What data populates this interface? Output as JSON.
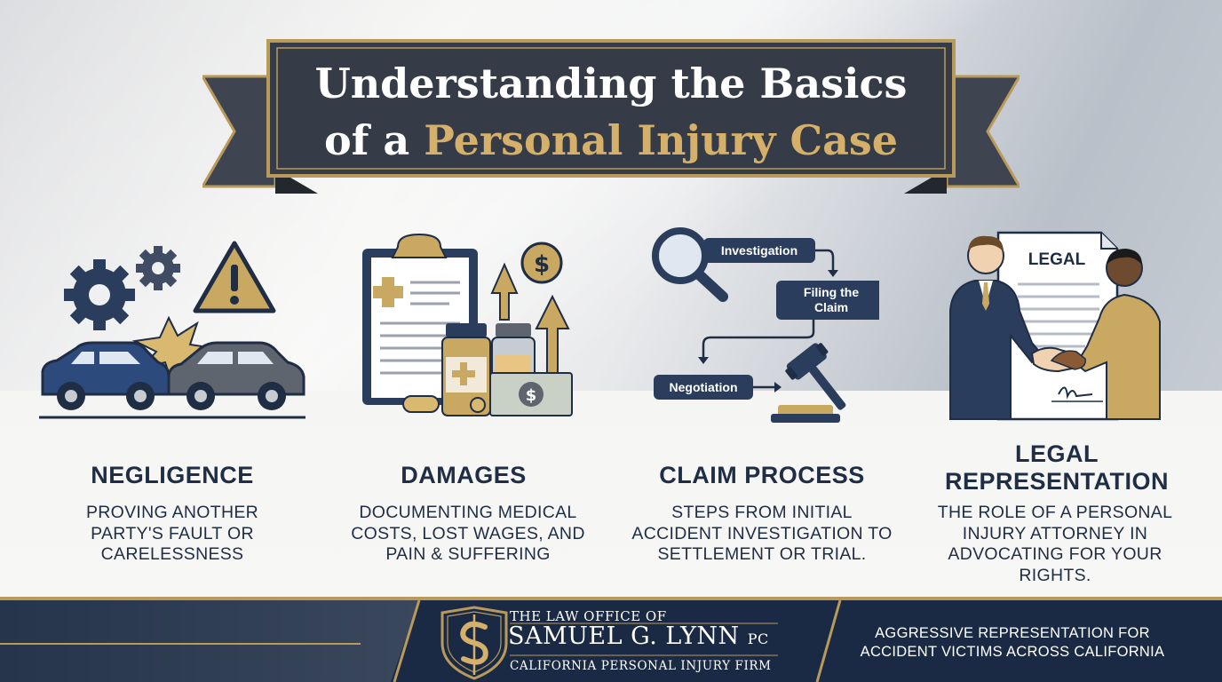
{
  "banner": {
    "line1": "Understanding the Basics",
    "line2_plain": "of a",
    "line2_accent": "Personal Injury Case"
  },
  "colors": {
    "navy": "#1f2d45",
    "gold": "#b99a5b",
    "gold_light": "#d4b06a",
    "banner_bg": "#363c47"
  },
  "columns": [
    {
      "icon": "car-accident-icon",
      "title": "NEGLIGENCE",
      "description": "PROVING ANOTHER PARTY'S FAULT OR CARELESSNESS"
    },
    {
      "icon": "medical-costs-icon",
      "title": "DAMAGES",
      "description": "DOCUMENTING MEDICAL COSTS, LOST WAGES, AND PAIN & SUFFERING"
    },
    {
      "icon": "claim-flow-icon",
      "title": "CLAIM PROCESS",
      "description": "STEPS FROM INITIAL ACCIDENT INVESTIGATION TO SETTLEMENT OR TRIAL.",
      "steps": [
        "Investigation",
        "Filing the",
        "Claim",
        "Negotiation"
      ]
    },
    {
      "icon": "handshake-icon",
      "title_line1": "LEGAL",
      "title_line2": "REPRESENTATION",
      "description": "THE ROLE OF A PERSONAL INJURY ATTORNEY IN ADVOCATING FOR YOUR RIGHTS.",
      "document_label": "LEGAL"
    }
  ],
  "footer": {
    "firm_prefix": "THE LAW OFFICE OF",
    "firm_name": "SAMUEL G. LYNN",
    "firm_suffix": "PC",
    "firm_subtitle": "CALIFORNIA PERSONAL INJURY FIRM",
    "tagline": "AGGRESSIVE REPRESENTATION FOR ACCIDENT VICTIMS ACROSS CALIFORNIA"
  }
}
